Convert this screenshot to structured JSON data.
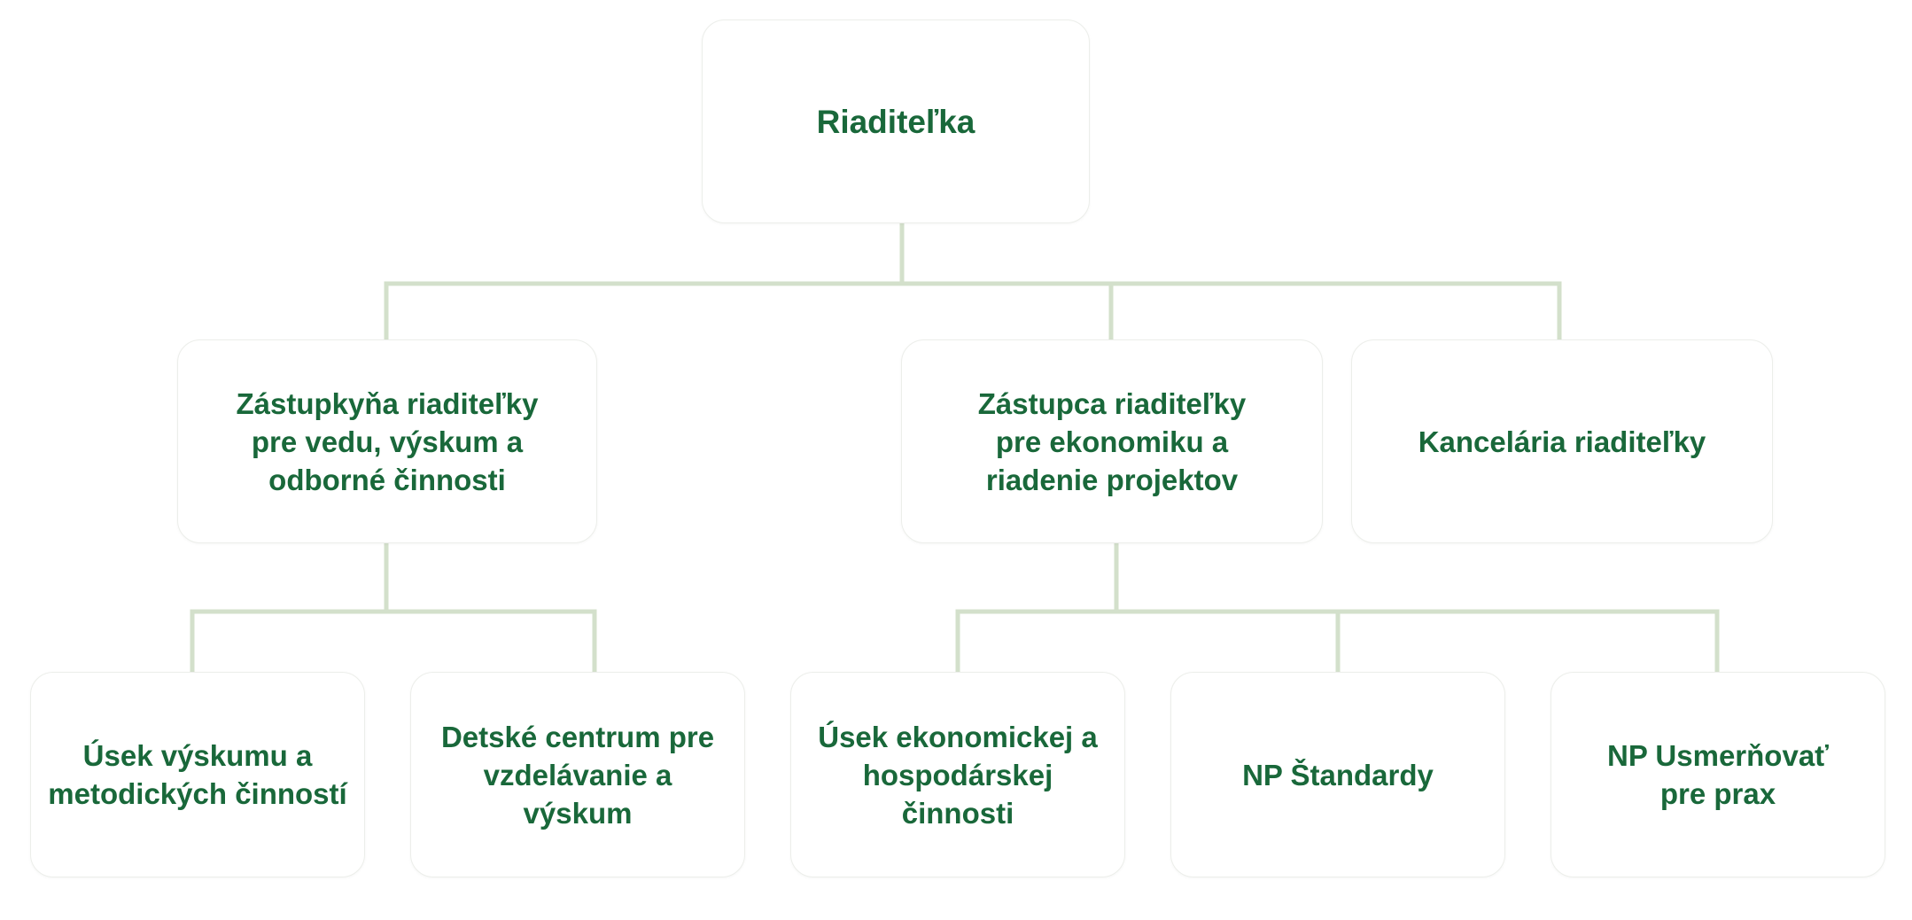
{
  "org_chart": {
    "root": {
      "label": "Riaditeľka"
    },
    "deputy_science": {
      "label": "Zástupkyňa riaditeľky\npre vedu, výskum a\nodborné činnosti"
    },
    "deputy_economics": {
      "label": "Zástupca riaditeľky\npre ekonomiku a\nriadenie projektov"
    },
    "office": {
      "label": "Kancelária riaditeľky"
    },
    "research_dept": {
      "label": "Úsek výskumu a\nmetodických činností"
    },
    "children_centre": {
      "label": "Detské centrum pre\nvzdelávanie a výskum"
    },
    "economic_dept": {
      "label": "Úsek ekonomickej a\nhospodárskej činnosti"
    },
    "np_standards": {
      "label": "NP Štandardy"
    },
    "np_guide": {
      "label": "NP Usmerňovať\npre prax"
    }
  },
  "colors": {
    "text": "#19683a",
    "connector": "#d3e0cb",
    "box_border": "#eceeea",
    "background": "#ffffff"
  }
}
